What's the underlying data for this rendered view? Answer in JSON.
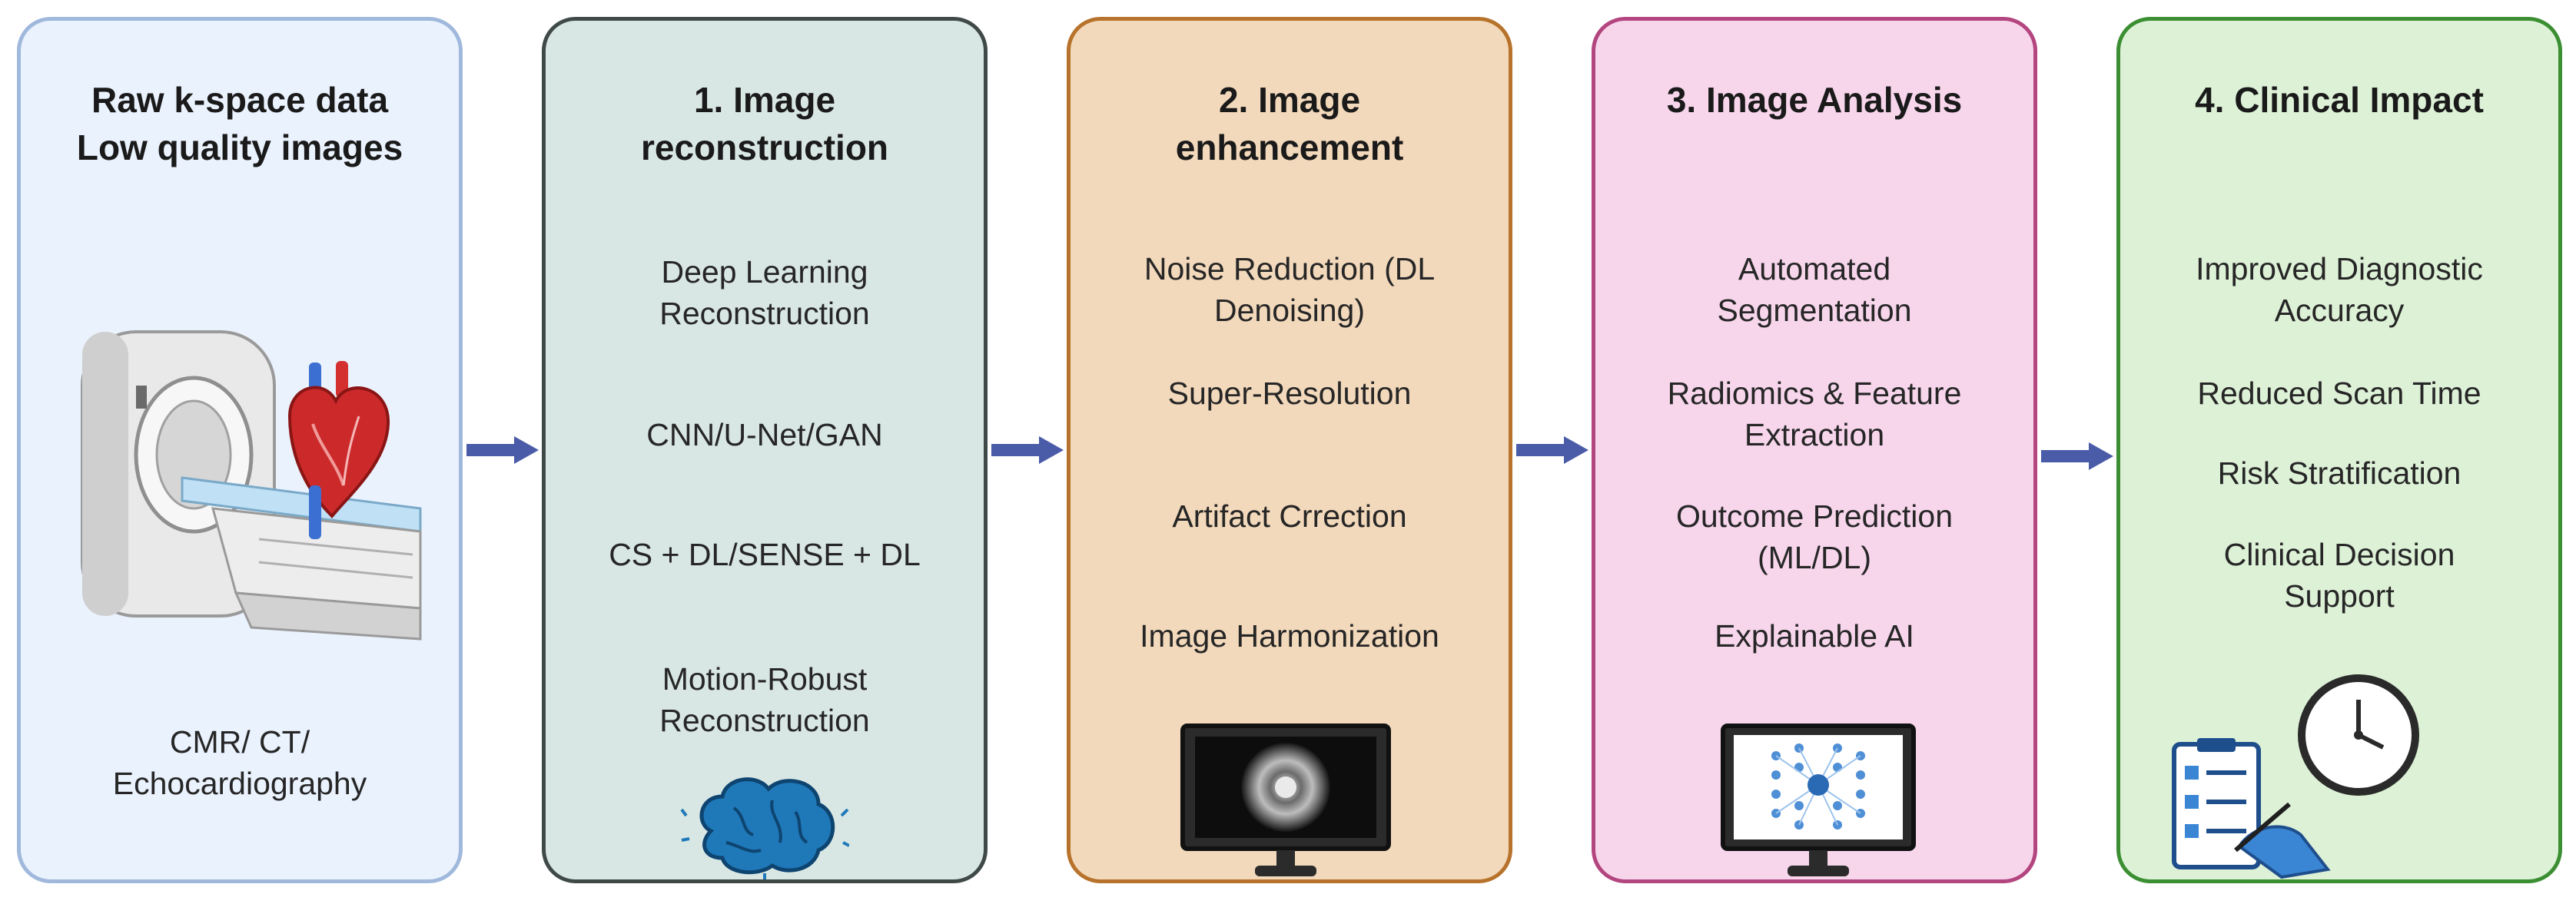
{
  "panels": [
    {
      "title": "Raw k-space data\nLow quality images",
      "items": [
        "CMR/ CT/\nEchocardiography"
      ]
    },
    {
      "title": "1.  Image\n    reconstruction",
      "items": [
        "Deep Learning\nReconstruction",
        "CNN/U-Net/GAN",
        "CS + DL/SENSE + DL",
        "Motion-Robust\nReconstruction"
      ]
    },
    {
      "title": "2. Image\nenhancement",
      "items": [
        "Noise Reduction (DL\nDenoising)",
        "Super-Resolution",
        "Artifact Crrection",
        "Image Harmonization"
      ]
    },
    {
      "title": "3. Image Analysis",
      "items": [
        "Automated\nSegmentation",
        "Radiomics & Feature\nExtraction",
        "Outcome Prediction\n(ML/DL)",
        "Explainable AI"
      ]
    },
    {
      "title": "4. Clinical Impact",
      "items": [
        "Improved Diagnostic\nAccuracy",
        "Reduced Scan Time",
        "Risk Stratification",
        "Clinical Decision\nSupport"
      ]
    }
  ],
  "icons": [
    "ct-scanner-icon",
    "heart-icon",
    "brain-icon",
    "denoised-monitor-icon",
    "neural-network-monitor-icon",
    "checklist-icon",
    "clock-icon"
  ],
  "colors": {
    "arrow": "#4a5ba8",
    "panel_fills": [
      "#eaf2fd",
      "#d9e7e4",
      "#f3d9bb",
      "#f7d6ec",
      "#ddf1d7"
    ],
    "panel_borders": [
      "#9fb8dc",
      "#3f4a48",
      "#b7722b",
      "#b3457f",
      "#3b8f32"
    ]
  }
}
